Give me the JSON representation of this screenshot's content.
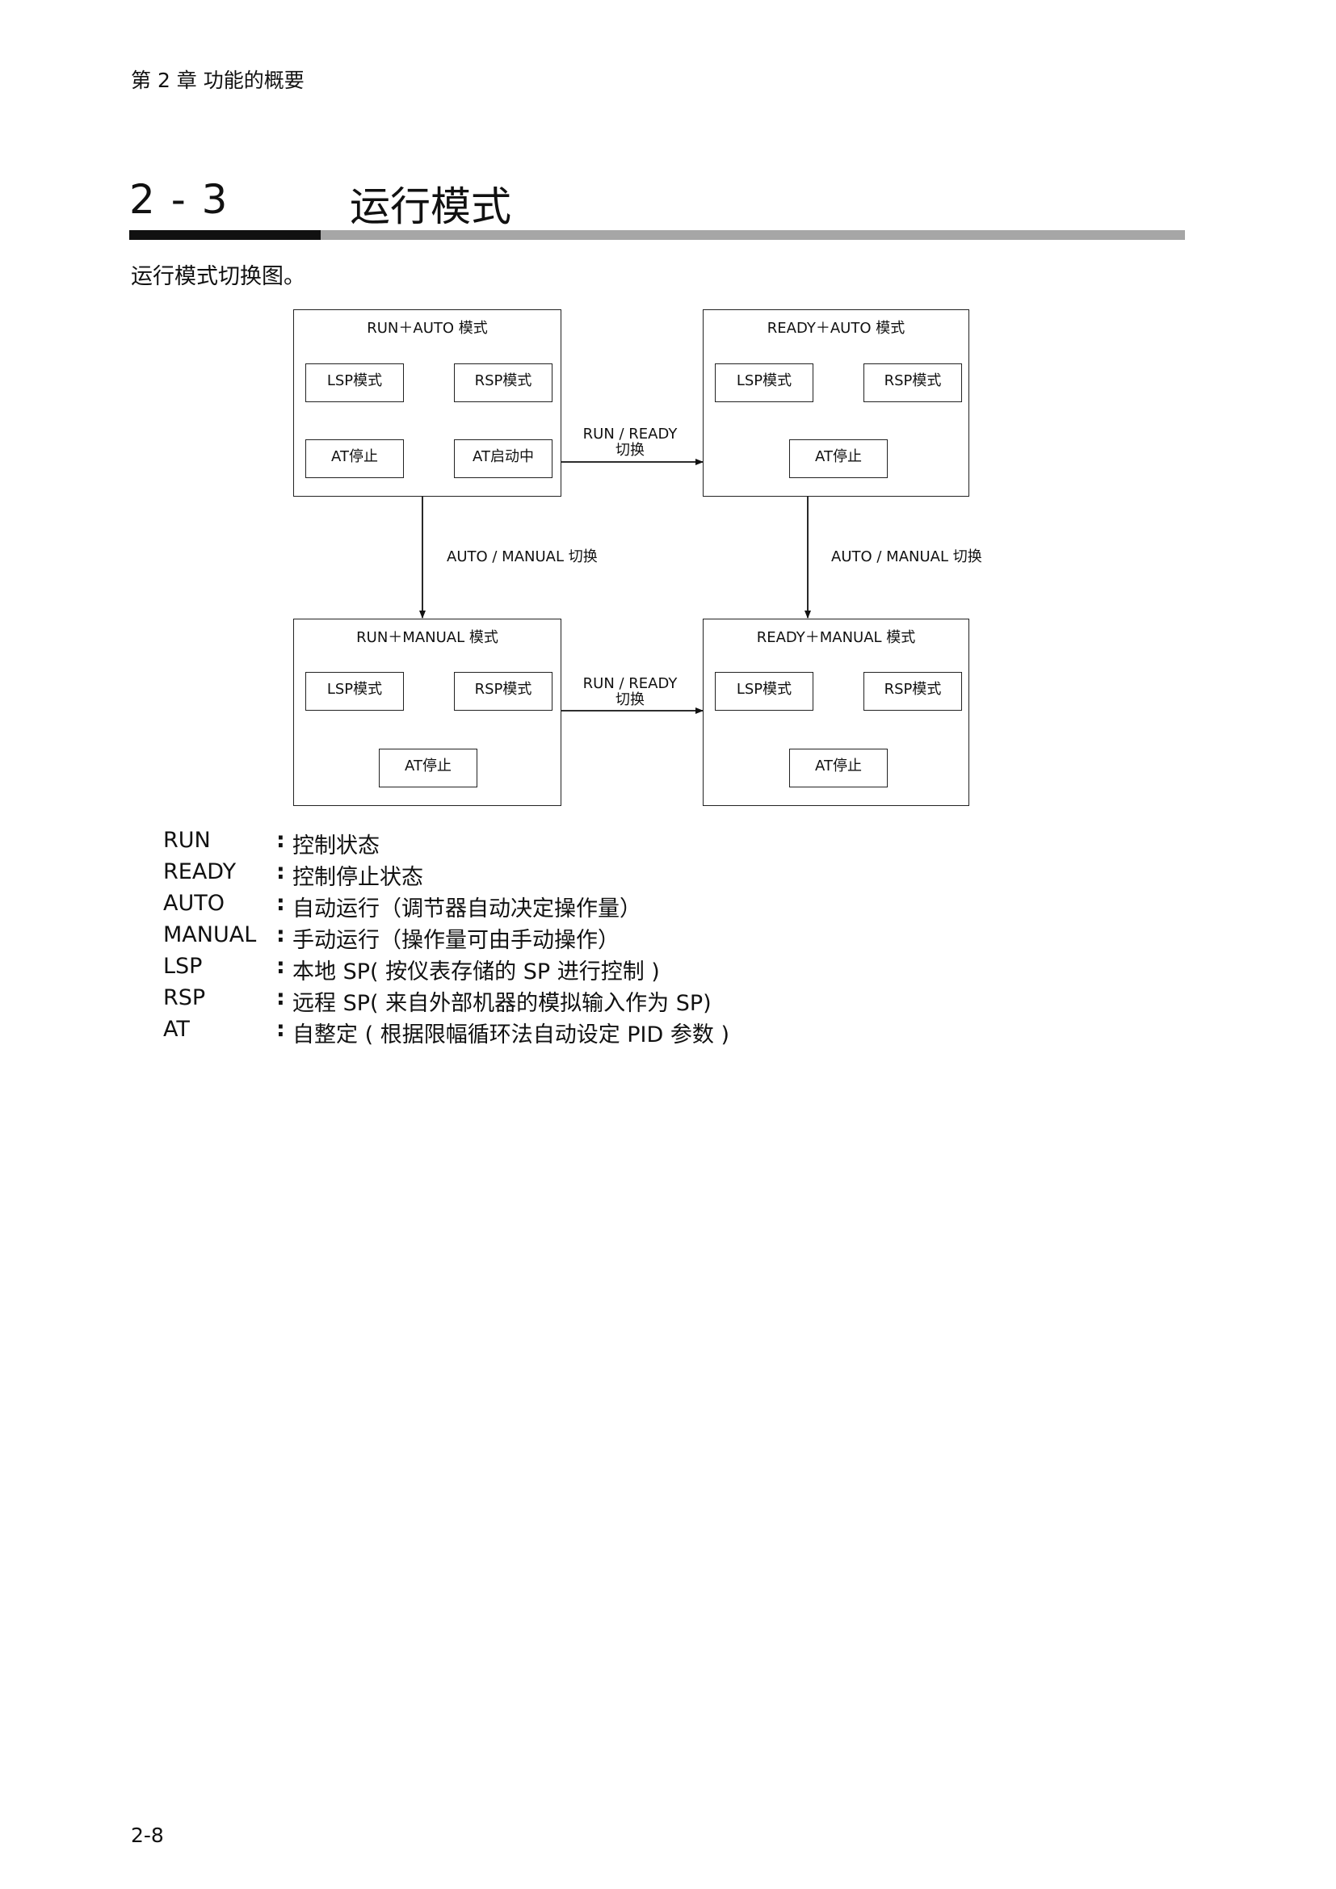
{
  "header": {
    "chapter": "第 2 章  功能的概要"
  },
  "section": {
    "number": "2 - 3",
    "title": "运行模式"
  },
  "intro": "运行模式切换图。",
  "diagram": {
    "run_auto": {
      "title": "RUN＋AUTO 模式",
      "lsp": "LSP模式",
      "rsp": "RSP模式",
      "at_stop": "AT停止",
      "at_running": "AT启动中"
    },
    "ready_auto": {
      "title": "READY＋AUTO 模式",
      "lsp": "LSP模式",
      "rsp": "RSP模式",
      "at_stop": "AT停止"
    },
    "run_manual": {
      "title": "RUN＋MANUAL 模式",
      "lsp": "LSP模式",
      "rsp": "RSP模式",
      "at_stop": "AT停止"
    },
    "ready_manual": {
      "title": "READY＋MANUAL 模式",
      "lsp": "LSP模式",
      "rsp": "RSP模式",
      "at_stop": "AT停止"
    },
    "switch_run_ready_line1": "RUN / READY",
    "switch_run_ready_line2": "切换",
    "switch_auto_manual": "AUTO / MANUAL 切换"
  },
  "legend": [
    {
      "term": "RUN",
      "colon": ":",
      "desc": "控制状态"
    },
    {
      "term": "READY",
      "colon": ":",
      "desc": "控制停止状态"
    },
    {
      "term": "AUTO",
      "colon": ":",
      "desc": "自动运行（调节器自动决定操作量）"
    },
    {
      "term": "MANUAL",
      "colon": ":",
      "desc": "手动运行（操作量可由手动操作）"
    },
    {
      "term": "LSP",
      "colon": ":",
      "desc": "本地 SP( 按仪表存储的 SP 进行控制 )"
    },
    {
      "term": "RSP",
      "colon": ":",
      "desc": "远程 SP( 来自外部机器的模拟输入作为 SP)"
    },
    {
      "term": "AT",
      "colon": ":",
      "desc": "自整定 ( 根据限幅循环法自动设定 PID 参数 )"
    }
  ],
  "page_number": "2-8"
}
